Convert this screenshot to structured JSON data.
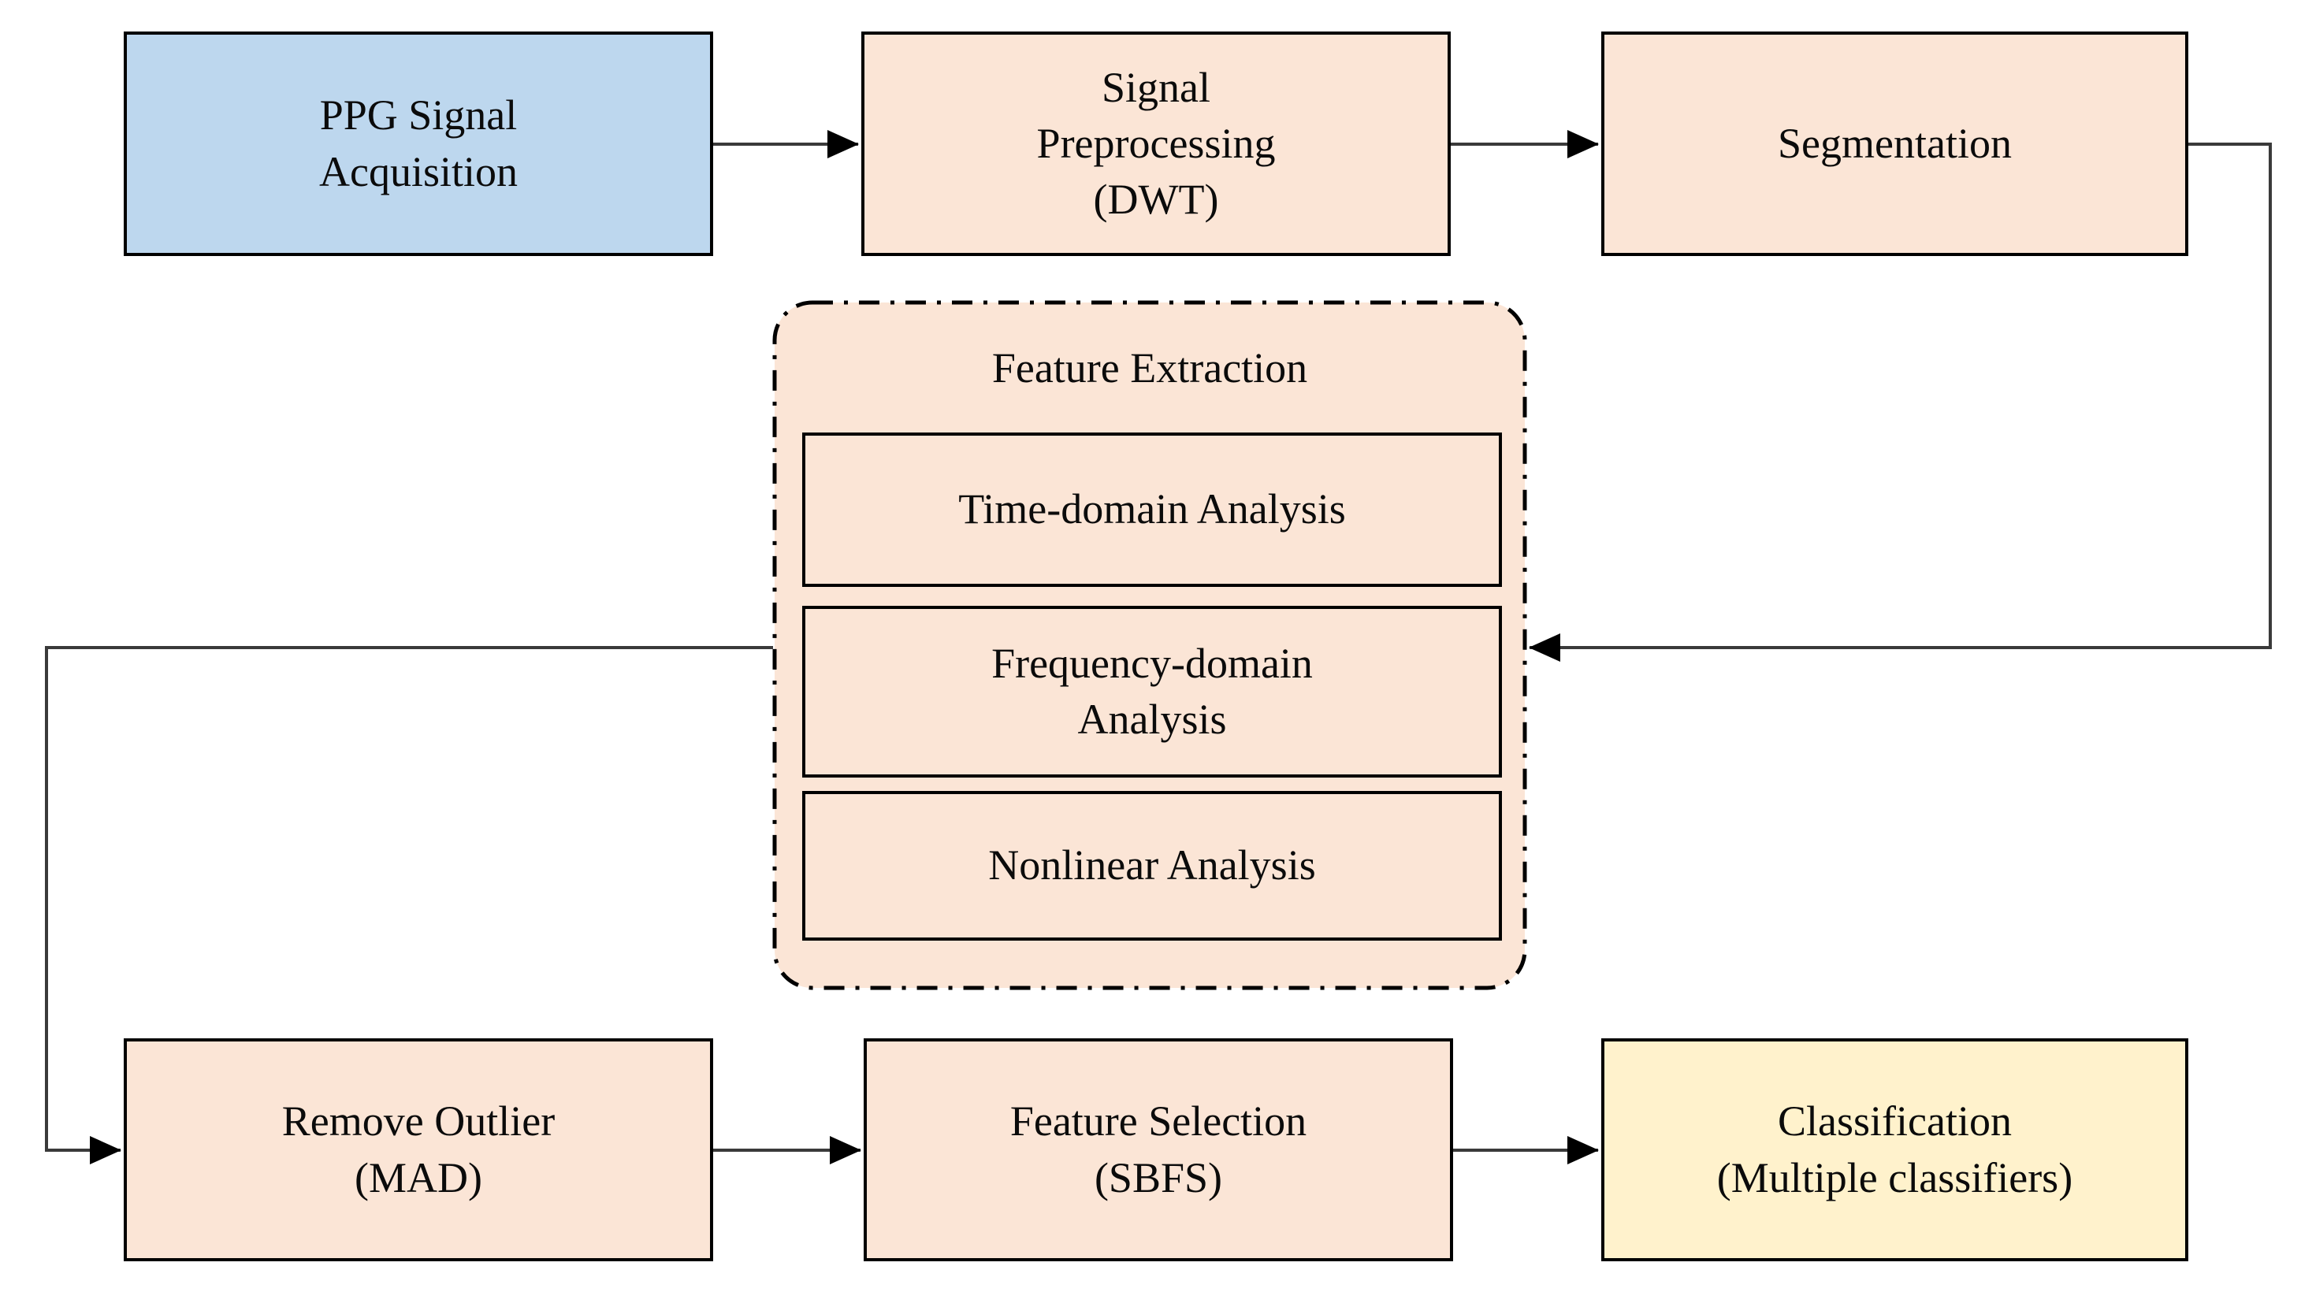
{
  "diagram": {
    "title": "PPG signal processing pipeline flowchart",
    "colors": {
      "acquisition_fill": "#BDD7EE",
      "process_fill": "#FBE5D6",
      "classification_fill": "#FFF2CC",
      "box_border": "#000000",
      "connector_line": "#3A3A3A",
      "arrowhead": "#000000",
      "background": "#FFFFFF"
    },
    "nodes": {
      "acquisition": {
        "label": "PPG Signal\nAcquisition"
      },
      "preprocessing": {
        "label": "Signal\nPreprocessing\n(DWT)"
      },
      "segmentation": {
        "label": "Segmentation"
      },
      "feature_extraction": {
        "title": "Feature Extraction",
        "children": [
          {
            "label": "Time-domain Analysis"
          },
          {
            "label": "Frequency-domain\nAnalysis"
          },
          {
            "label": "Nonlinear Analysis"
          }
        ]
      },
      "remove_outlier": {
        "label": "Remove Outlier\n(MAD)"
      },
      "feature_selection": {
        "label": "Feature Selection\n(SBFS)"
      },
      "classification": {
        "label": "Classification\n(Multiple classifiers)"
      }
    },
    "edges": [
      {
        "from": "acquisition",
        "to": "preprocessing"
      },
      {
        "from": "preprocessing",
        "to": "segmentation"
      },
      {
        "from": "segmentation",
        "to": "feature_extraction"
      },
      {
        "from": "feature_extraction",
        "to": "remove_outlier"
      },
      {
        "from": "remove_outlier",
        "to": "feature_selection"
      },
      {
        "from": "feature_selection",
        "to": "classification"
      }
    ]
  }
}
